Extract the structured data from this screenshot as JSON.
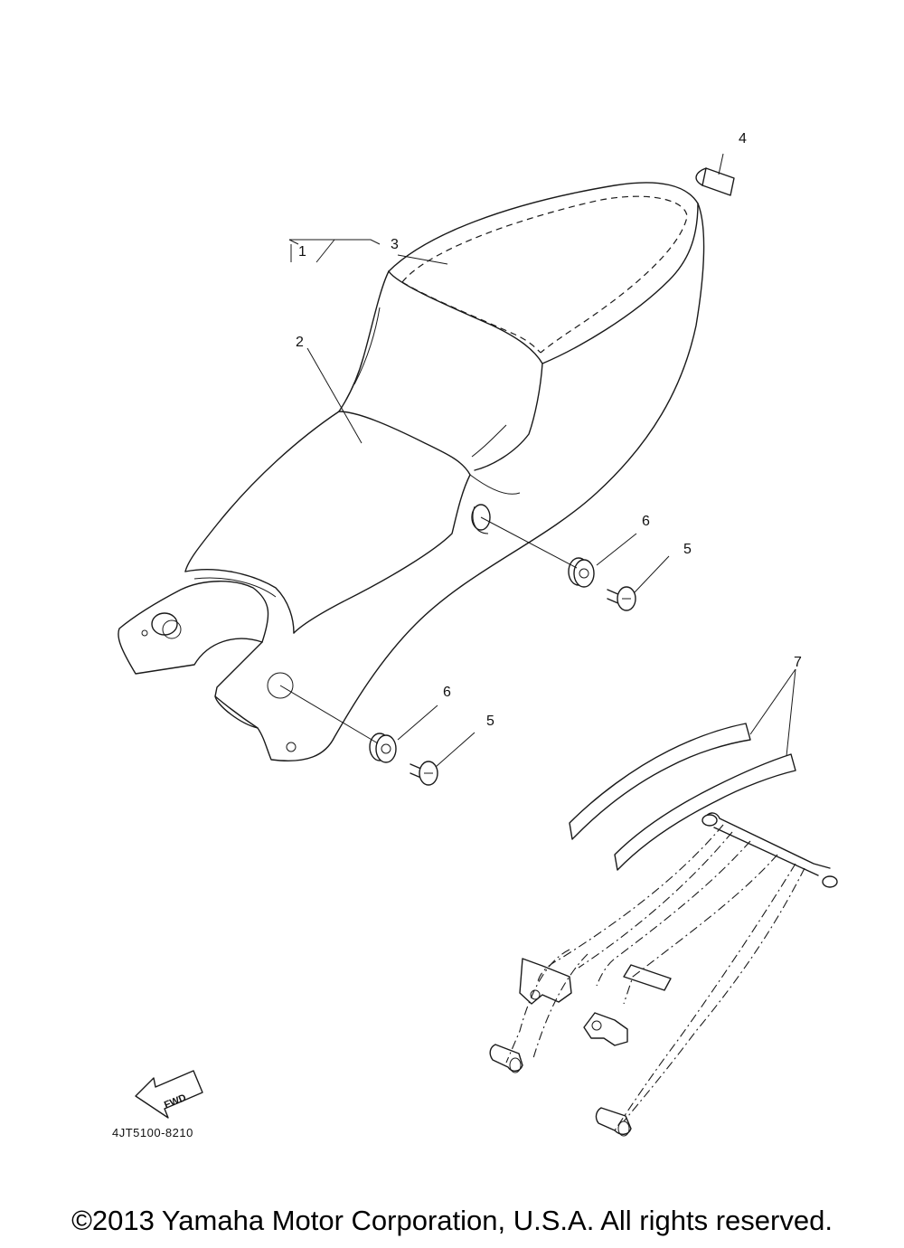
{
  "diagram": {
    "callouts": {
      "c1": "1",
      "c2": "2",
      "c3": "3",
      "c4": "4",
      "c5a": "5",
      "c5b": "5",
      "c6a": "6",
      "c6b": "6",
      "c7": "7"
    },
    "fwd_label": "FWD",
    "part_number": "4JT5100-8210"
  },
  "footer": {
    "copyright": "©2013 Yamaha Motor Corporation, U.S.A. All rights reserved."
  }
}
